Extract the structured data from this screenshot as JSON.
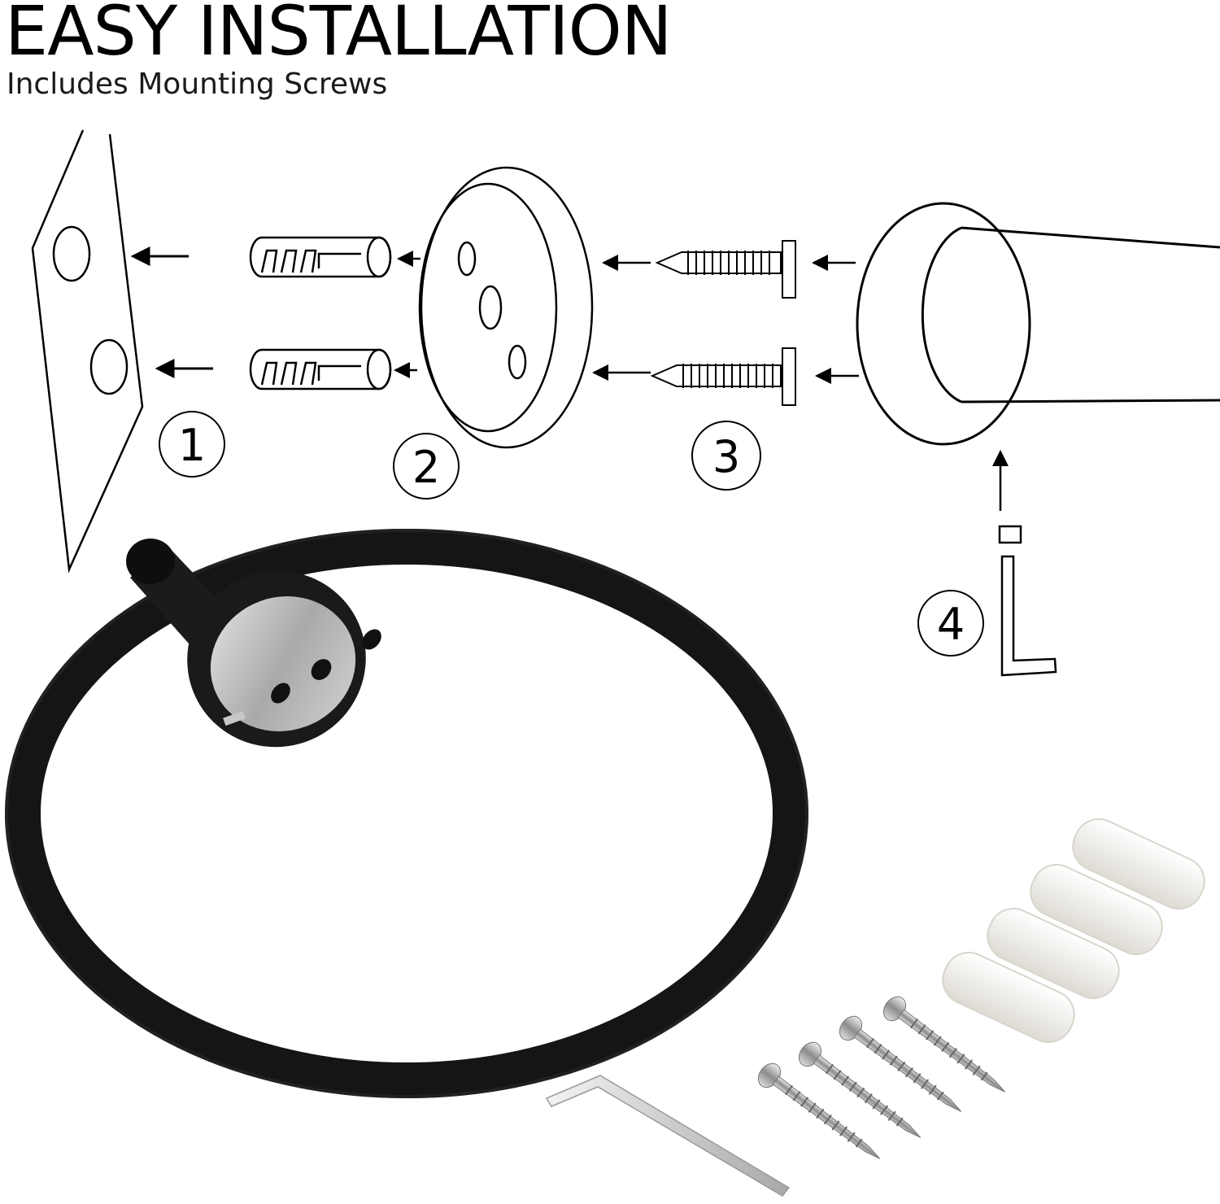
{
  "header": {
    "title": "EASY INSTALLATION",
    "subtitle": "Includes Mounting Screws"
  },
  "steps": [
    {
      "number": "1",
      "part": "wall"
    },
    {
      "number": "2",
      "part": "mounting-base"
    },
    {
      "number": "3",
      "part": "screws"
    },
    {
      "number": "4",
      "part": "hex-key"
    }
  ],
  "icons": {
    "ring": "towel-ring-icon",
    "anchor": "wall-anchor-icon",
    "screw": "screw-icon",
    "hexkey": "hex-key-icon"
  },
  "colors": {
    "ring_black": "#151515",
    "steel": "#b9b9b9",
    "anchor_white": "#f4f4f2"
  }
}
